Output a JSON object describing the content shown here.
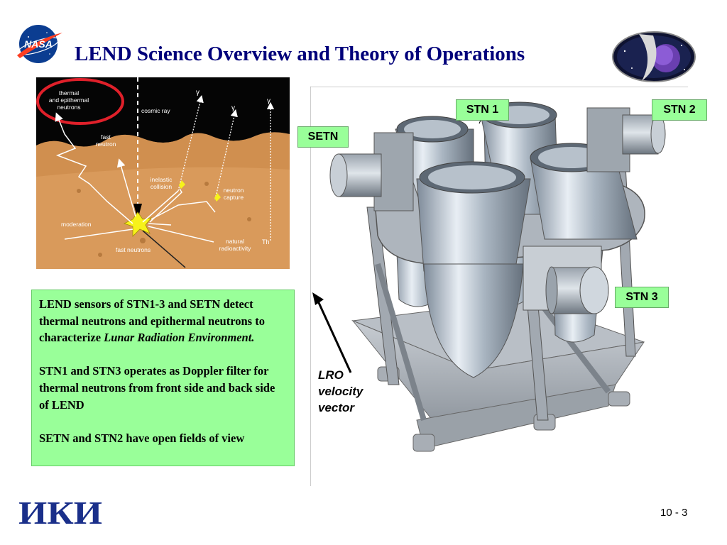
{
  "title": "LEND Science Overview and Theory of Operations",
  "diagram": {
    "labels": {
      "thermal": [
        "thermal",
        "and epithermal",
        "neutrons"
      ],
      "cosmic_ray": "cosmic ray",
      "fast_neutron": [
        "fast",
        "neutron"
      ],
      "inelastic": [
        "inelastic",
        "collision"
      ],
      "capture": [
        "neutron",
        "capture"
      ],
      "moderation": "moderation",
      "fast_neutrons": "fast neutrons",
      "natural": [
        "natural",
        "radioactivity"
      ],
      "th": "Th",
      "gamma": "γ"
    }
  },
  "textbox": {
    "p1_text": "LEND sensors of STN1-3 and SETN detect thermal neutrons and epithermal neutrons to characterize ",
    "p1_italic": "Lunar Radiation Environment.",
    "p2": "STN1 and STN3 operates as Doppler filter for thermal neutrons from front side and back side of LEND",
    "p3": "SETN and STN2 have open fields of view"
  },
  "labels": {
    "stn1": "STN 1",
    "stn2": "STN 2",
    "stn3": "STN 3",
    "setn": "SETN"
  },
  "velocity": [
    "LRO",
    "velocity",
    "vector"
  ],
  "logos": {
    "nasa": "NASA",
    "iki": "ИКИ"
  },
  "page_number": "10 - 3"
}
